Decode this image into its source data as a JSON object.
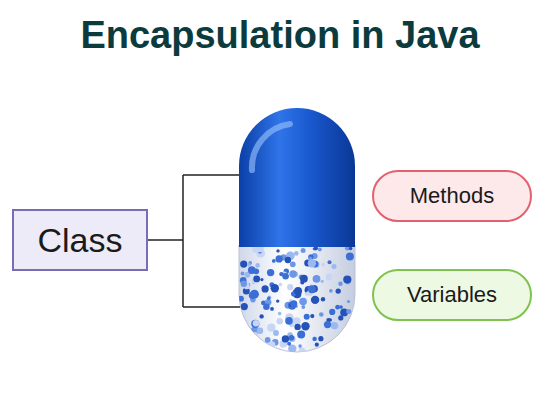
{
  "diagram": {
    "title": "Encapsulation in Java",
    "nodes": [
      {
        "text": [
          "Class"
        ]
      },
      {
        "text": [
          "Methods"
        ]
      },
      {
        "text": [
          "Variables"
        ]
      }
    ]
  }
}
